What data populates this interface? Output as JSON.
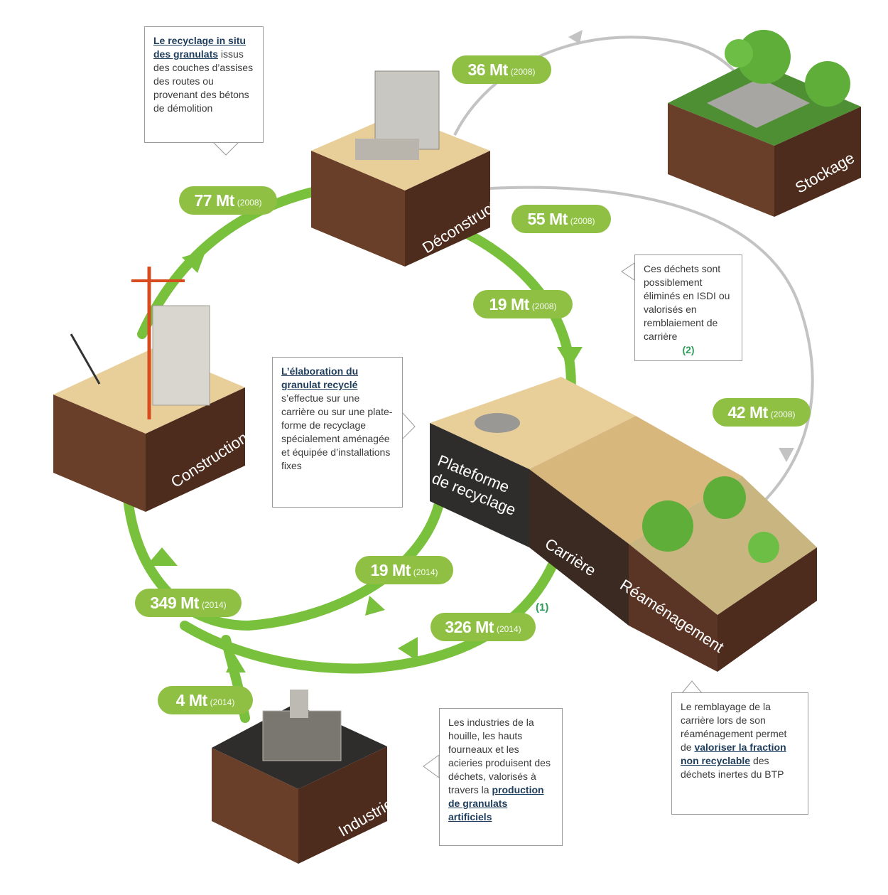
{
  "blocks": {
    "construction": "Construction",
    "deconstruction": "Déconstruction",
    "stockage": "Stockage",
    "plateforme_line1": "Plateforme",
    "plateforme_line2": "de recyclage",
    "carriere": "Carrière",
    "reamenagement": "Réaménagement",
    "industrie": "Industrie"
  },
  "flows": [
    {
      "value": "36 Mt",
      "year": "(2008)"
    },
    {
      "value": "77 Mt",
      "year": "(2008)"
    },
    {
      "value": "55 Mt",
      "year": "(2008)"
    },
    {
      "value": "19 Mt",
      "year": "(2008)"
    },
    {
      "value": "42 Mt",
      "year": "(2008)"
    },
    {
      "value": "19 Mt",
      "year": "(2014)"
    },
    {
      "value": "349 Mt",
      "year": "(2014)"
    },
    {
      "value": "326 Mt",
      "year": "(2014)"
    },
    {
      "value": "4 Mt",
      "year": "(2014)"
    }
  ],
  "notes": {
    "recyclage_link": "Le recyclage in situ des granulats",
    "recyclage_rest": "issus des couches d’assises des routes ou provenant des bétons de démolition",
    "elaboration_link": "L’élaboration du granulat recyclé",
    "elaboration_rest": "s’effectue sur une carrière ou sur une plate-forme de recyclage spécialement aménagée et équipée d’installations fixes",
    "dechets_text": "Ces déchets sont possiblement éliminés en ISDI ou valorisés en remblaiement de carrière",
    "dechets_ref": "(2)",
    "remblayage_start": "Le remblayage de la carrière lors de son réaménagement permet de",
    "remblayage_link": "valoriser la fraction non recyclable",
    "remblayage_end": "des déchets inertes du BTP",
    "industries_start": "Les industries de la houille, les hauts fourneaux et les acieries produisent des déchets, valorisés à travers la",
    "industries_link": "production de granulats artificiels"
  },
  "refs": {
    "one": "(1)"
  },
  "colors": {
    "green_arrow": "#79c13d",
    "badge_green": "#8fc044",
    "gray_arrow": "#bdbdbd",
    "soil": "#6a3f2a",
    "soil_side": "#4e2c1d",
    "grass": "#4f8f34",
    "sand": "#e8cf9a",
    "dark_block": "#2f2d2c",
    "note_border": "#9a9a9a",
    "link_blue": "#1e3d5c",
    "ref_green": "#2e9e5a"
  }
}
